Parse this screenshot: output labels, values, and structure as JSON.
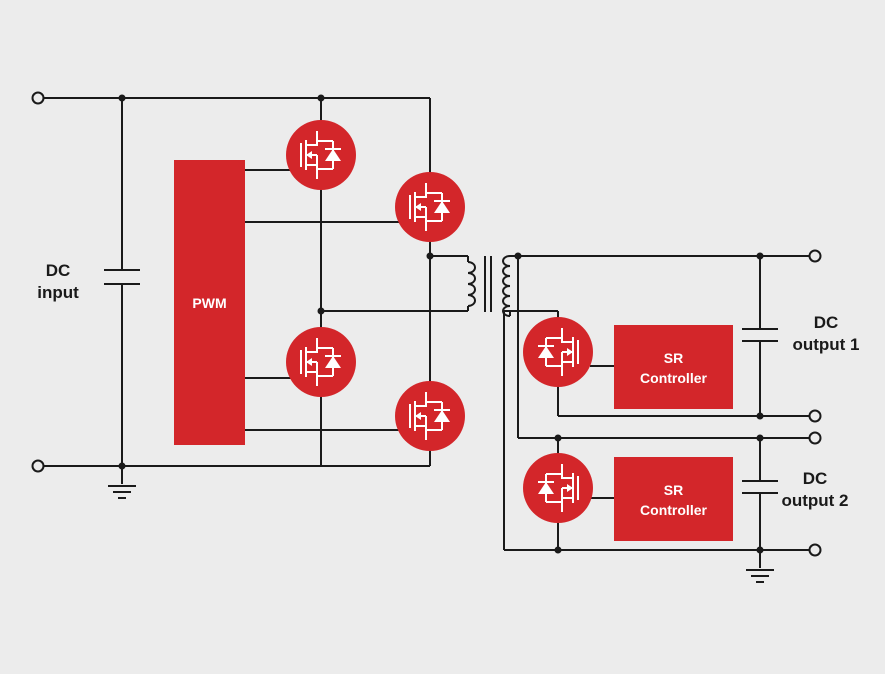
{
  "input_label": [
    "DC",
    "input"
  ],
  "pwm_label": "PWM",
  "sr_controller_1": [
    "SR",
    "Controller"
  ],
  "sr_controller_2": [
    "SR",
    "Controller"
  ],
  "output_1_label": [
    "DC",
    "output 1"
  ],
  "output_2_label": [
    "DC",
    "output 2"
  ],
  "colors": {
    "block": "#d3262a",
    "wire": "#1a1a1a",
    "background": "#ececec"
  }
}
